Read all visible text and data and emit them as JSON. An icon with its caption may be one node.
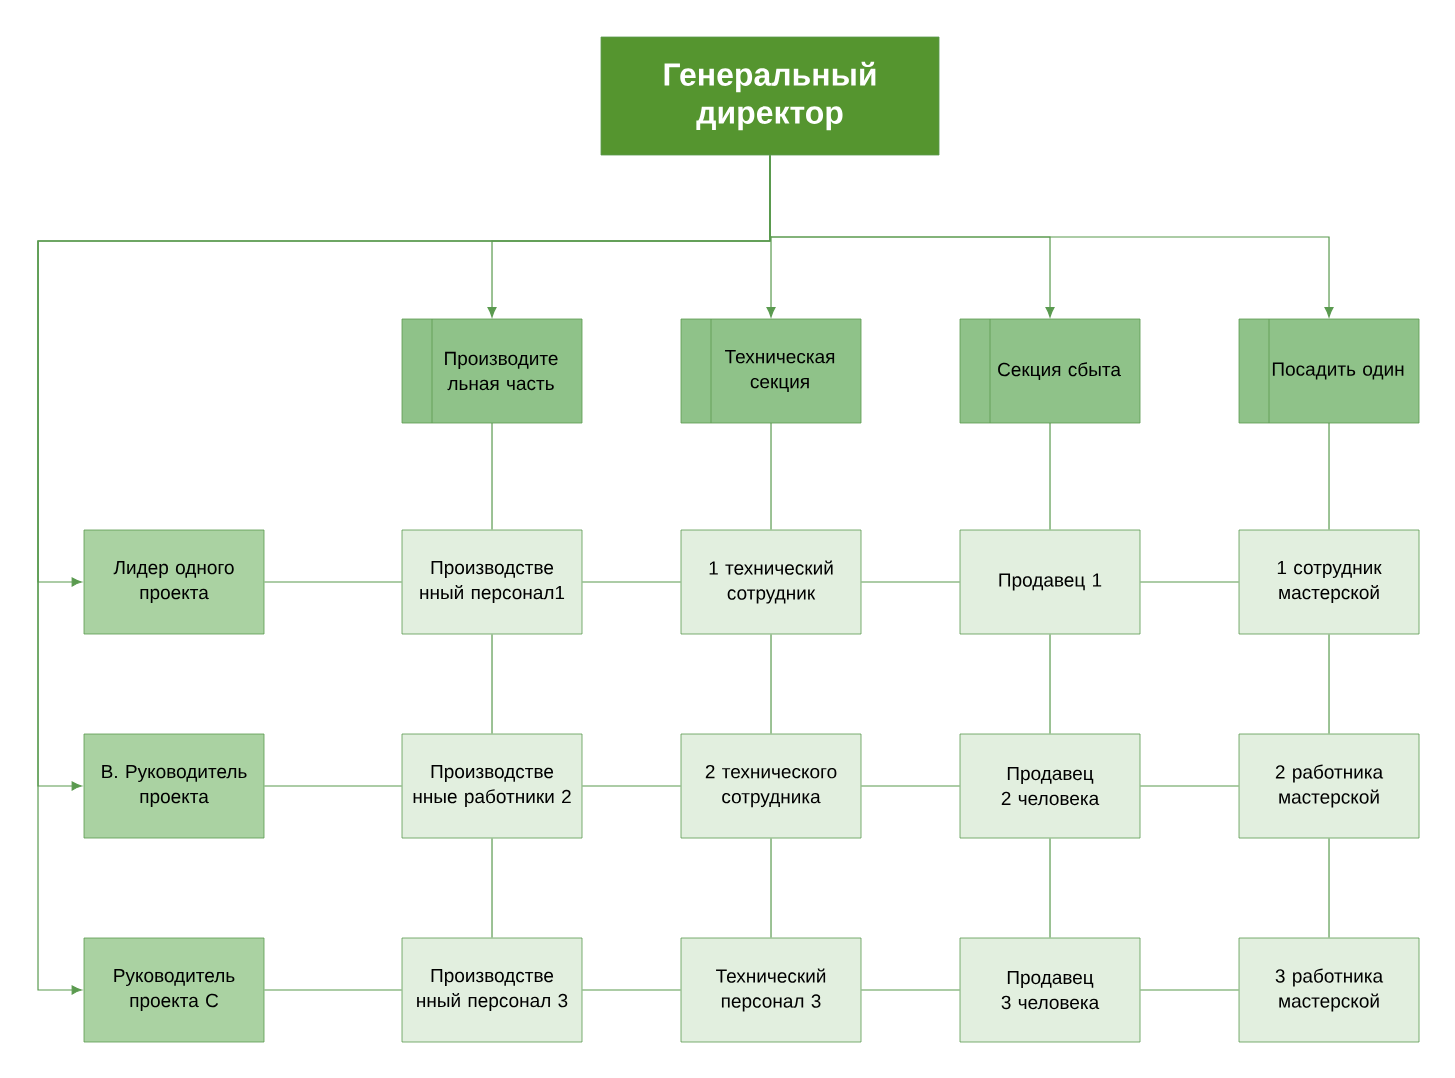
{
  "diagram": {
    "nodes": [
      {
        "text": [
          "Генеральный директор"
        ]
      },
      {
        "text": [
          "Производите льная часть"
        ]
      },
      {
        "text": [
          "Техническая секция"
        ]
      },
      {
        "text": [
          "Секция сбыта"
        ]
      },
      {
        "text": [
          "Посадить один"
        ]
      },
      {
        "text": [
          "Лидер одного проекта"
        ]
      },
      {
        "text": [
          "Производстве нный персонал1"
        ]
      },
      {
        "text": [
          "1 технический сотрудник"
        ]
      },
      {
        "text": [
          "Продавец 1"
        ]
      },
      {
        "text": [
          "1 сотрудник мастерской"
        ]
      },
      {
        "text": [
          "В. Руководитель проекта"
        ]
      },
      {
        "text": [
          "Производстве нные работники 2"
        ]
      },
      {
        "text": [
          "2 технического сотрудника"
        ]
      },
      {
        "text": [
          "Продавец 2 человека"
        ]
      },
      {
        "text": [
          "2 работника мастерской"
        ]
      },
      {
        "text": [
          "Руководитель проекта С"
        ]
      },
      {
        "text": [
          "Производстве нный персонал 3"
        ]
      },
      {
        "text": [
          "Технический персонал 3"
        ]
      },
      {
        "text": [
          "Продавец 3 человека"
        ]
      },
      {
        "text": [
          "3 работника мастерской"
        ]
      }
    ],
    "edges": [
      {
        "from": 0,
        "to": 1,
        "arrow": "to"
      },
      {
        "from": 0,
        "to": 2,
        "arrow": "to"
      },
      {
        "from": 0,
        "to": 3,
        "arrow": "to"
      },
      {
        "from": 0,
        "to": 4,
        "arrow": "to"
      },
      {
        "from": 0,
        "to": 5,
        "arrow": "to"
      },
      {
        "from": 0,
        "to": 10,
        "arrow": "to"
      },
      {
        "from": 0,
        "to": 15,
        "arrow": "to"
      },
      {
        "from": 1,
        "to": 6,
        "arrow": "none"
      },
      {
        "from": 6,
        "to": 11,
        "arrow": "none"
      },
      {
        "from": 11,
        "to": 16,
        "arrow": "none"
      },
      {
        "from": 2,
        "to": 7,
        "arrow": "none"
      },
      {
        "from": 7,
        "to": 12,
        "arrow": "none"
      },
      {
        "from": 12,
        "to": 17,
        "arrow": "none"
      },
      {
        "from": 3,
        "to": 8,
        "arrow": "none"
      },
      {
        "from": 8,
        "to": 13,
        "arrow": "none"
      },
      {
        "from": 13,
        "to": 18,
        "arrow": "none"
      },
      {
        "from": 4,
        "to": 9,
        "arrow": "none"
      },
      {
        "from": 9,
        "to": 14,
        "arrow": "none"
      },
      {
        "from": 14,
        "to": 19,
        "arrow": "none"
      },
      {
        "from": 5,
        "to": 6,
        "arrow": "none"
      },
      {
        "from": 6,
        "to": 7,
        "arrow": "none"
      },
      {
        "from": 7,
        "to": 8,
        "arrow": "none"
      },
      {
        "from": 8,
        "to": 9,
        "arrow": "none"
      },
      {
        "from": 10,
        "to": 11,
        "arrow": "none"
      },
      {
        "from": 11,
        "to": 12,
        "arrow": "none"
      },
      {
        "from": 12,
        "to": 13,
        "arrow": "none"
      },
      {
        "from": 13,
        "to": 14,
        "arrow": "none"
      },
      {
        "from": 15,
        "to": 16,
        "arrow": "none"
      },
      {
        "from": 16,
        "to": 17,
        "arrow": "none"
      },
      {
        "from": 17,
        "to": 18,
        "arrow": "none"
      },
      {
        "from": 18,
        "to": 19,
        "arrow": "none"
      }
    ]
  }
}
